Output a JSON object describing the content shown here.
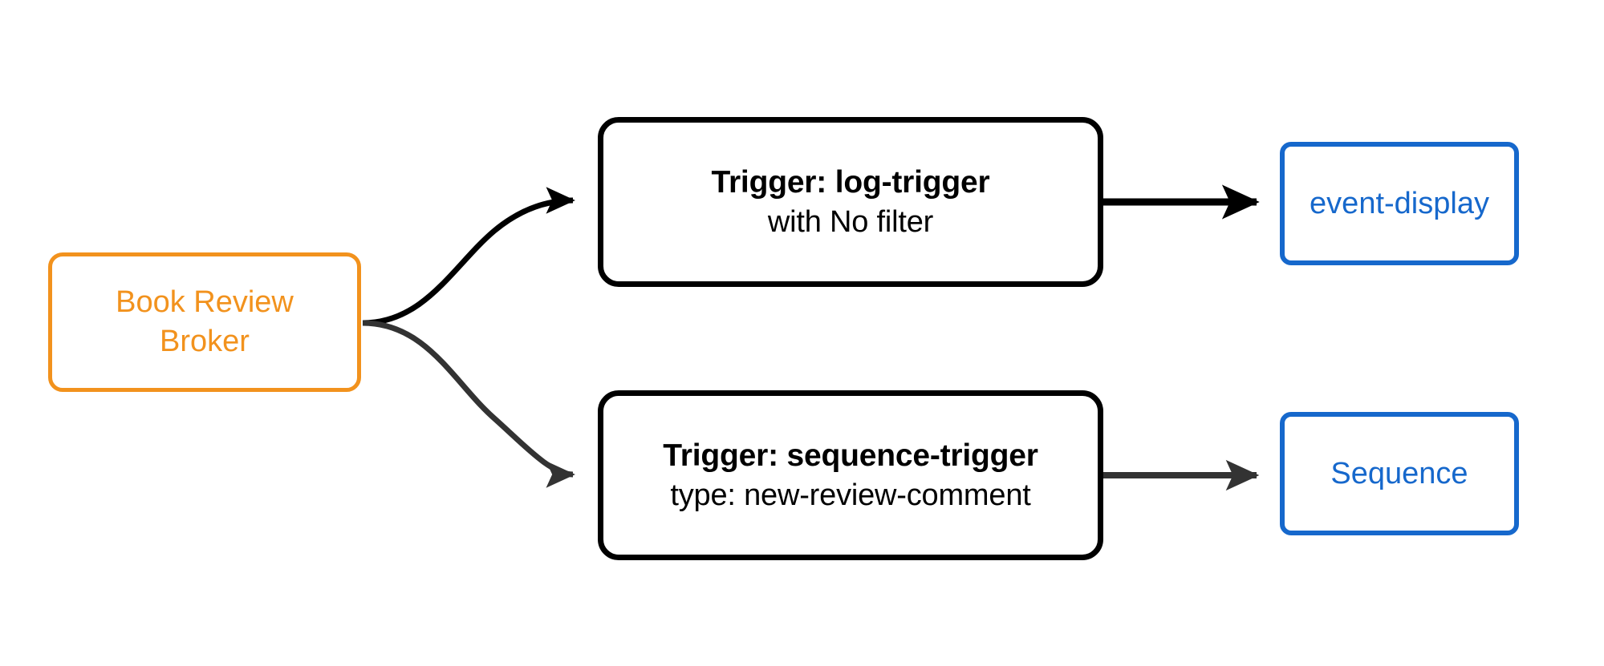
{
  "diagram": {
    "type": "event-broker-trigger-flow",
    "background": "#ffffff",
    "colors": {
      "broker": "#F2921D",
      "trigger": "#000000",
      "consumer": "#1668CC",
      "edge_primary": "#000000",
      "edge_secondary": "#333333"
    },
    "nodes": {
      "broker": {
        "label_line1": "Book Review",
        "label_line2": "Broker",
        "shape": "rounded-rect",
        "color": "#F2921D"
      },
      "trigger_log": {
        "title": "Trigger: log-trigger",
        "subtitle": "with No filter",
        "shape": "rounded-rect",
        "color": "#000000"
      },
      "trigger_sequence": {
        "title": "Trigger: sequence-trigger",
        "subtitle": "type: new-review-comment",
        "shape": "rounded-rect",
        "color": "#000000"
      },
      "consumer_event_display": {
        "label": "event-display",
        "shape": "rounded-rect",
        "color": "#1668CC"
      },
      "consumer_sequence": {
        "label": "Sequence",
        "shape": "rounded-rect",
        "color": "#1668CC"
      }
    },
    "edges": [
      {
        "from": "broker",
        "to": "trigger_log",
        "style": "curved",
        "color": "#000000",
        "arrow": "solid-triangle",
        "label": ""
      },
      {
        "from": "broker",
        "to": "trigger_sequence",
        "style": "curved",
        "color": "#333333",
        "arrow": "solid-triangle",
        "label": ""
      },
      {
        "from": "trigger_log",
        "to": "consumer_event_display",
        "style": "straight",
        "color": "#000000",
        "arrow": "solid-triangle",
        "label": ""
      },
      {
        "from": "trigger_sequence",
        "to": "consumer_sequence",
        "style": "straight",
        "color": "#333333",
        "arrow": "solid-triangle",
        "label": ""
      }
    ]
  }
}
